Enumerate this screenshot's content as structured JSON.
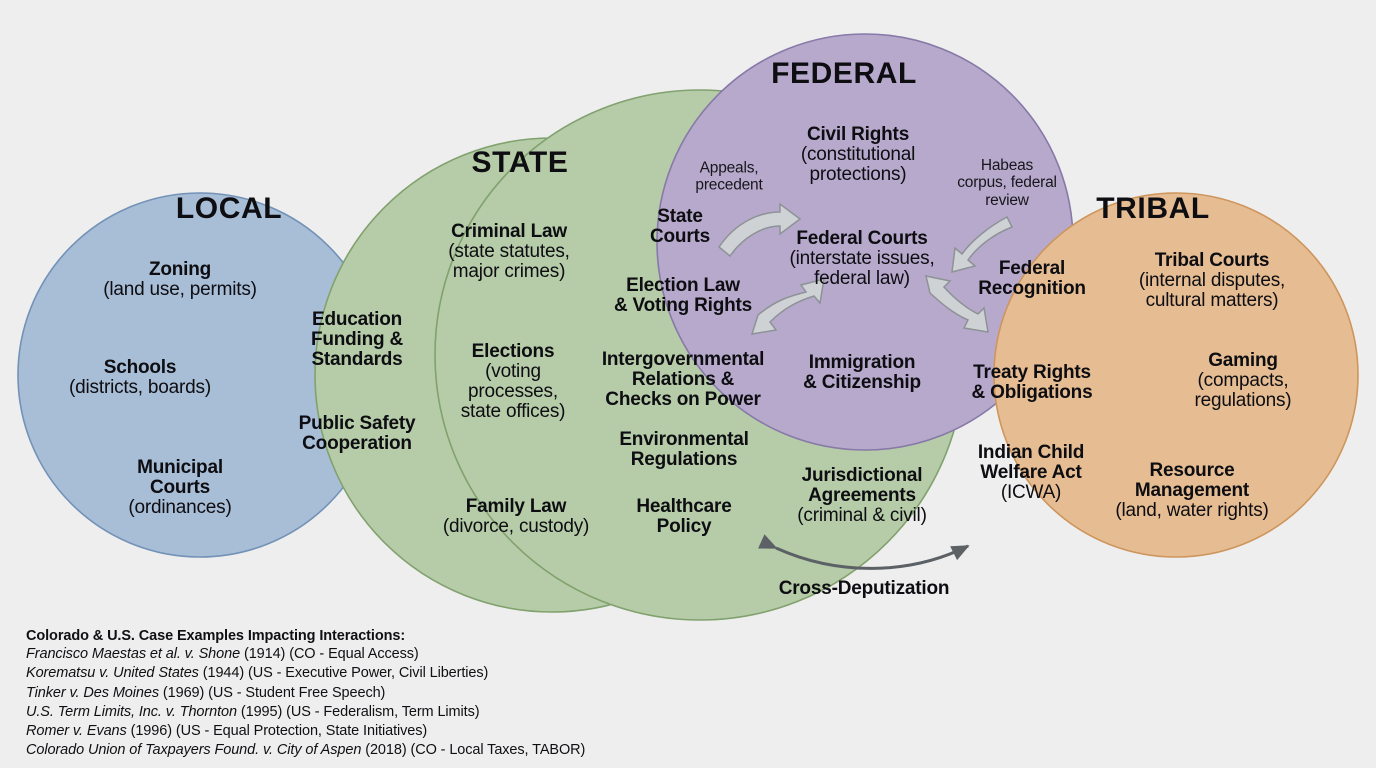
{
  "diagram": {
    "type": "venn",
    "background": "#eeeeee",
    "circles": [
      {
        "id": "local",
        "label": "LOCAL",
        "color": "#b4cbe6",
        "stroke": "#7a9cc4"
      },
      {
        "id": "state",
        "label": "STATE",
        "color": "#c3dbb4",
        "stroke": "#8aad76"
      },
      {
        "id": "federal",
        "label": "FEDERAL",
        "color": "#c4b5da",
        "stroke": "#9182b4"
      },
      {
        "id": "tribal",
        "label": "TRIBAL",
        "color": "#f7cb9e",
        "stroke": "#dda062"
      }
    ]
  },
  "local": {
    "title": "LOCAL",
    "items": [
      {
        "head": "Zoning",
        "sub": "(land use, permits)"
      },
      {
        "head": "Schools",
        "sub": "(districts, boards)"
      },
      {
        "head": "Municipal\nCourts",
        "sub": "(ordinances)"
      }
    ]
  },
  "state": {
    "title": "STATE",
    "items": [
      {
        "head": "Criminal Law",
        "sub": "(state statutes,\nmajor crimes)"
      },
      {
        "head": "Elections",
        "sub": "(voting\nprocesses,\nstate offices)"
      },
      {
        "head": "Family Law",
        "sub": "(divorce, custody)"
      }
    ]
  },
  "federal": {
    "title": "FEDERAL",
    "items": [
      {
        "head": "Civil Rights",
        "sub": "(constitutional\nprotections)"
      },
      {
        "head": "Federal Courts",
        "sub": "(interstate issues,\nfederal law)"
      },
      {
        "head": "Immigration\n& Citizenship",
        "sub": ""
      }
    ]
  },
  "tribal": {
    "title": "TRIBAL",
    "items": [
      {
        "head": "Tribal Courts",
        "sub": "(internal disputes,\ncultural matters)"
      },
      {
        "head": "Gaming",
        "sub": "(compacts,\nregulations)"
      },
      {
        "head": "Resource\nManagement",
        "sub": "(land, water rights)"
      }
    ]
  },
  "overlaps": {
    "local_state": [
      {
        "head": "Education\nFunding &\nStandards",
        "sub": ""
      },
      {
        "head": "Public Safety\nCooperation",
        "sub": ""
      }
    ],
    "state_federal": [
      {
        "head": "State\nCourts",
        "sub": ""
      },
      {
        "head": "Election Law\n& Voting Rights",
        "sub": ""
      },
      {
        "head": "Intergovernmental\nRelations &\nChecks on Power",
        "sub": ""
      },
      {
        "head": "Environmental\nRegulations",
        "sub": ""
      },
      {
        "head": "Healthcare\nPolicy",
        "sub": ""
      }
    ],
    "federal_tribal": [
      {
        "head": "Federal\nRecognition",
        "sub": ""
      },
      {
        "head": "Treaty Rights\n& Obligations",
        "sub": ""
      },
      {
        "head": "Indian Child\nWelfare Act",
        "sub": "(ICWA)"
      }
    ],
    "state_tribal": [
      {
        "head": "Jurisdictional\nAgreements",
        "sub": "(criminal & civil)"
      },
      {
        "head": "Cross-Deputization",
        "sub": ""
      }
    ]
  },
  "annotations": [
    {
      "id": "appeals-precedent",
      "text": "Appeals,\nprecedent"
    },
    {
      "id": "habeas-corpus",
      "text": "Habeas\ncorpus, federal\nreview"
    }
  ],
  "footer": {
    "title": "Colorado & U.S. Case Examples Impacting Interactions:",
    "cases": [
      {
        "name": "Francisco Maestas et al. v. Shone",
        "detail": "(1914) (CO - Equal Access)"
      },
      {
        "name": "Korematsu v. United States",
        "detail": "(1944) (US - Executive Power, Civil Liberties)"
      },
      {
        "name": "Tinker v. Des Moines",
        "detail": "(1969) (US - Student Free Speech)"
      },
      {
        "name": "U.S. Term Limits, Inc. v. Thornton",
        "detail": "(1995) (US - Federalism, Term Limits)"
      },
      {
        "name": "Romer v. Evans",
        "detail": "(1996) (US - Equal Protection, State Initiatives)"
      },
      {
        "name": "Colorado Union of Taxpayers Found. v. City of Aspen",
        "detail": "(2018) (CO - Local Taxes, TABOR)"
      }
    ]
  }
}
